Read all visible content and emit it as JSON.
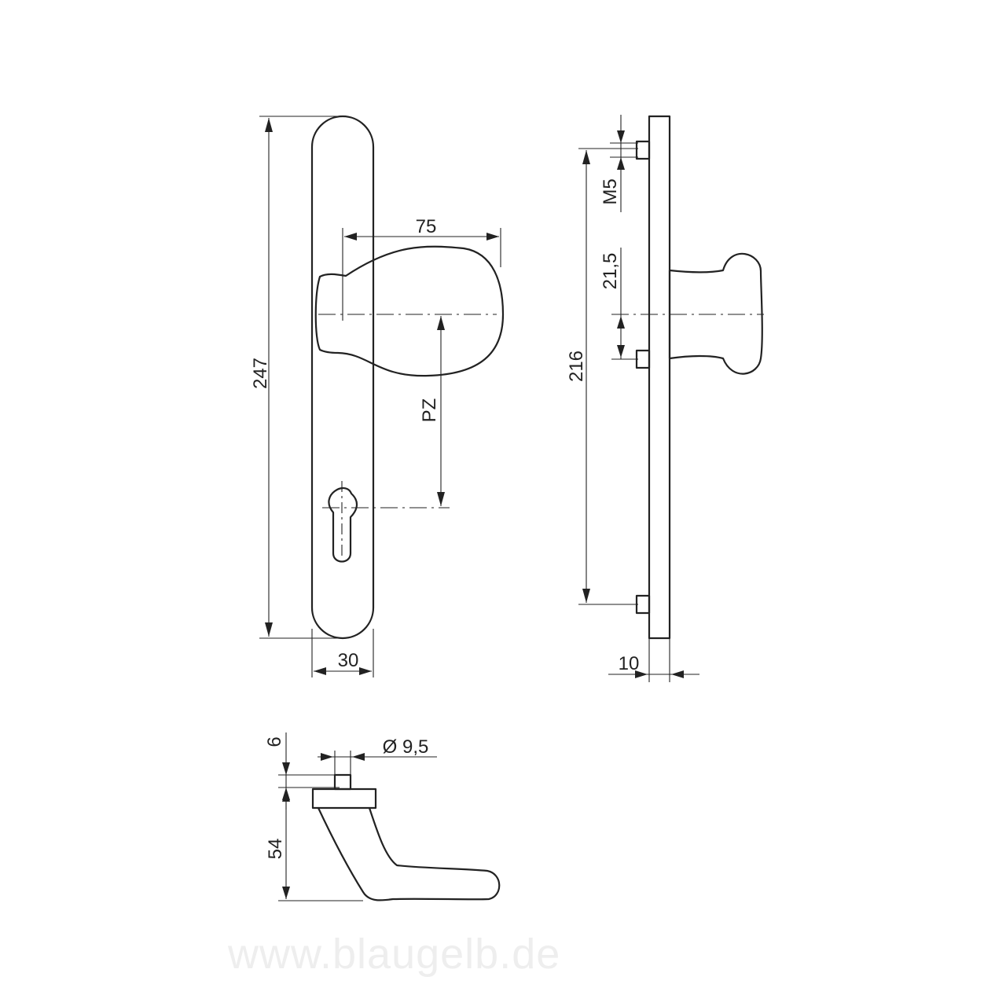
{
  "dimensions": {
    "overall_length": "247",
    "plate_width": "30",
    "knob_projection": "75",
    "pz": "PZ",
    "screw_distance": "216",
    "thread": "M5",
    "knob_offset": "21,5",
    "plate_thickness": "10",
    "pin_height": "6",
    "pin_diameter": "Ø 9,5",
    "lever_height": "54"
  },
  "watermark": "www.blaugelb.de"
}
